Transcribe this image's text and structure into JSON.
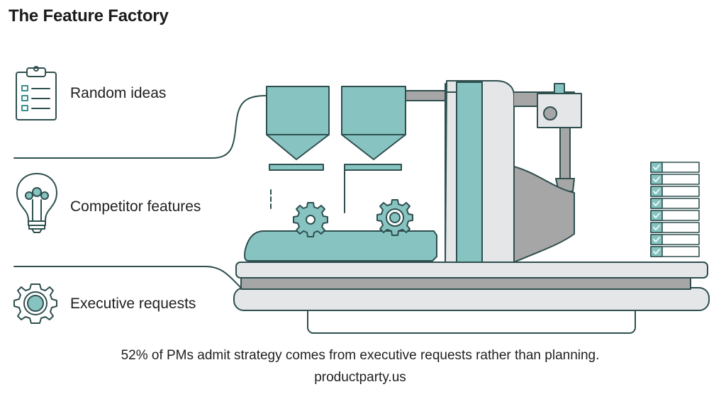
{
  "title": "The Feature Factory",
  "inputs": [
    {
      "label": "Random ideas",
      "icon": "clipboard-checklist-icon"
    },
    {
      "label": "Competitor features",
      "icon": "lightbulb-icon"
    },
    {
      "label": "Executive requests",
      "icon": "gear-icon"
    }
  ],
  "caption": {
    "statement": "52% of PMs admit strategy comes from executive requests rather than planning.",
    "source": "productparty.us"
  },
  "colors": {
    "teal": "#87c4c1",
    "outline": "#2f4f4f",
    "gray": "#a6a6a6",
    "light_gray": "#e4e6e8"
  }
}
